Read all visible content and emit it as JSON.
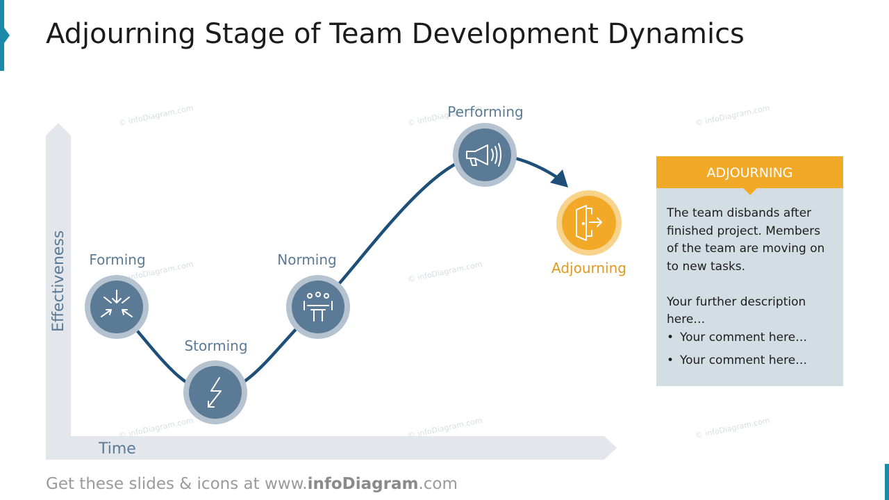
{
  "title": "Adjourning Stage of Team Development Dynamics",
  "watermark": "© infoDiagram.com",
  "axes": {
    "x_label": "Time",
    "y_label": "Effectiveness"
  },
  "stages": [
    {
      "label": "Forming",
      "icon": "converging-arrows-icon"
    },
    {
      "label": "Storming",
      "icon": "lightning-arrow-icon"
    },
    {
      "label": "Norming",
      "icon": "meeting-table-icon"
    },
    {
      "label": "Performing",
      "icon": "megaphone-icon"
    },
    {
      "label": "Adjourning",
      "icon": "door-exit-icon"
    }
  ],
  "card": {
    "header": "ADJOURNING",
    "paragraph1": "The team disbands after finished project. Members of the team are moving on to new tasks.",
    "paragraph2": "Your further description here…",
    "bullets": [
      "Your comment here…",
      "Your comment here…"
    ]
  },
  "footer": {
    "prefix": "Get these slides & icons at www.",
    "brand": "infoDiagram",
    "suffix": ".com"
  },
  "colors": {
    "accent": "#1a8aa8",
    "stage_circle": "#5b7a95",
    "stage_ring": "#b4c3cf",
    "curve": "#1d4f78",
    "highlight": "#f2a928",
    "card_bg": "#d3dee4",
    "axis": "#e3e7ec"
  }
}
